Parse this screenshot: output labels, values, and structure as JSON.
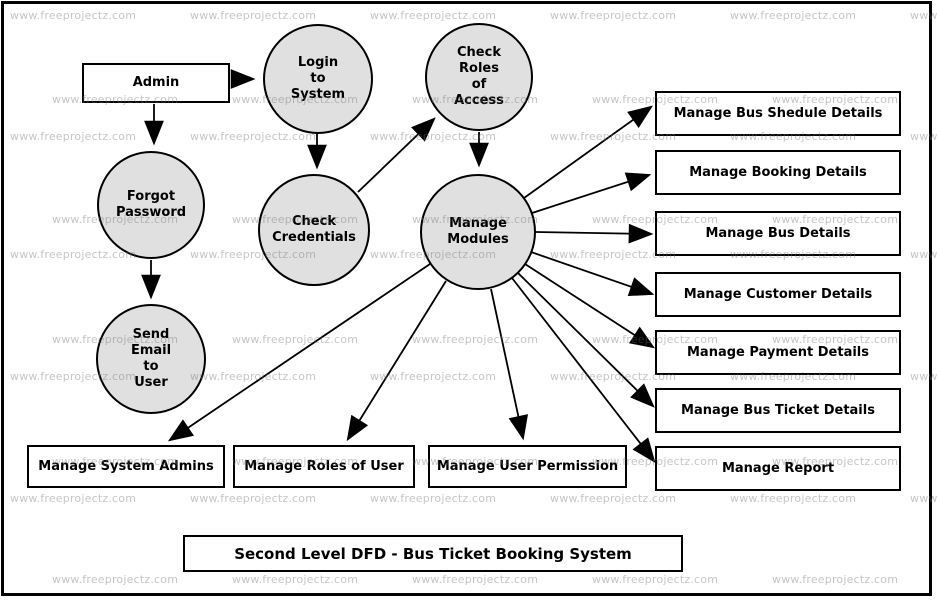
{
  "watermark": {
    "text": "www.freeprojectz.com",
    "color": "rgba(110,110,110,0.40)"
  },
  "colors": {
    "process_fill": "#e0e0e0",
    "box_fill": "#ffffff",
    "stroke": "#000000"
  },
  "diagram": {
    "title": "Second Level DFD - Bus Ticket Booking System",
    "entity": {
      "label": "Admin"
    },
    "processes": {
      "login": {
        "label": "Login\nto\nSystem"
      },
      "check_roles": {
        "label": "Check\nRoles\nof\nAccess"
      },
      "forgot_password": {
        "label": "Forgot\nPassword"
      },
      "check_credentials": {
        "label": "Check\nCredentials"
      },
      "manage_modules": {
        "label": "Manage\nModules"
      },
      "send_email": {
        "label": "Send\nEmail\nto\nUser"
      }
    },
    "right_boxes": [
      {
        "label": "Manage Bus Shedule Details"
      },
      {
        "label": "Manage Booking Details"
      },
      {
        "label": "Manage Bus Details"
      },
      {
        "label": "Manage Customer Details"
      },
      {
        "label": "Manage Payment Details"
      },
      {
        "label": "Manage Bus Ticket Details"
      },
      {
        "label": "Manage Report"
      }
    ],
    "bottom_boxes": [
      {
        "label": "Manage System Admins"
      },
      {
        "label": "Manage Roles of User"
      },
      {
        "label": "Manage User Permission"
      }
    ]
  }
}
